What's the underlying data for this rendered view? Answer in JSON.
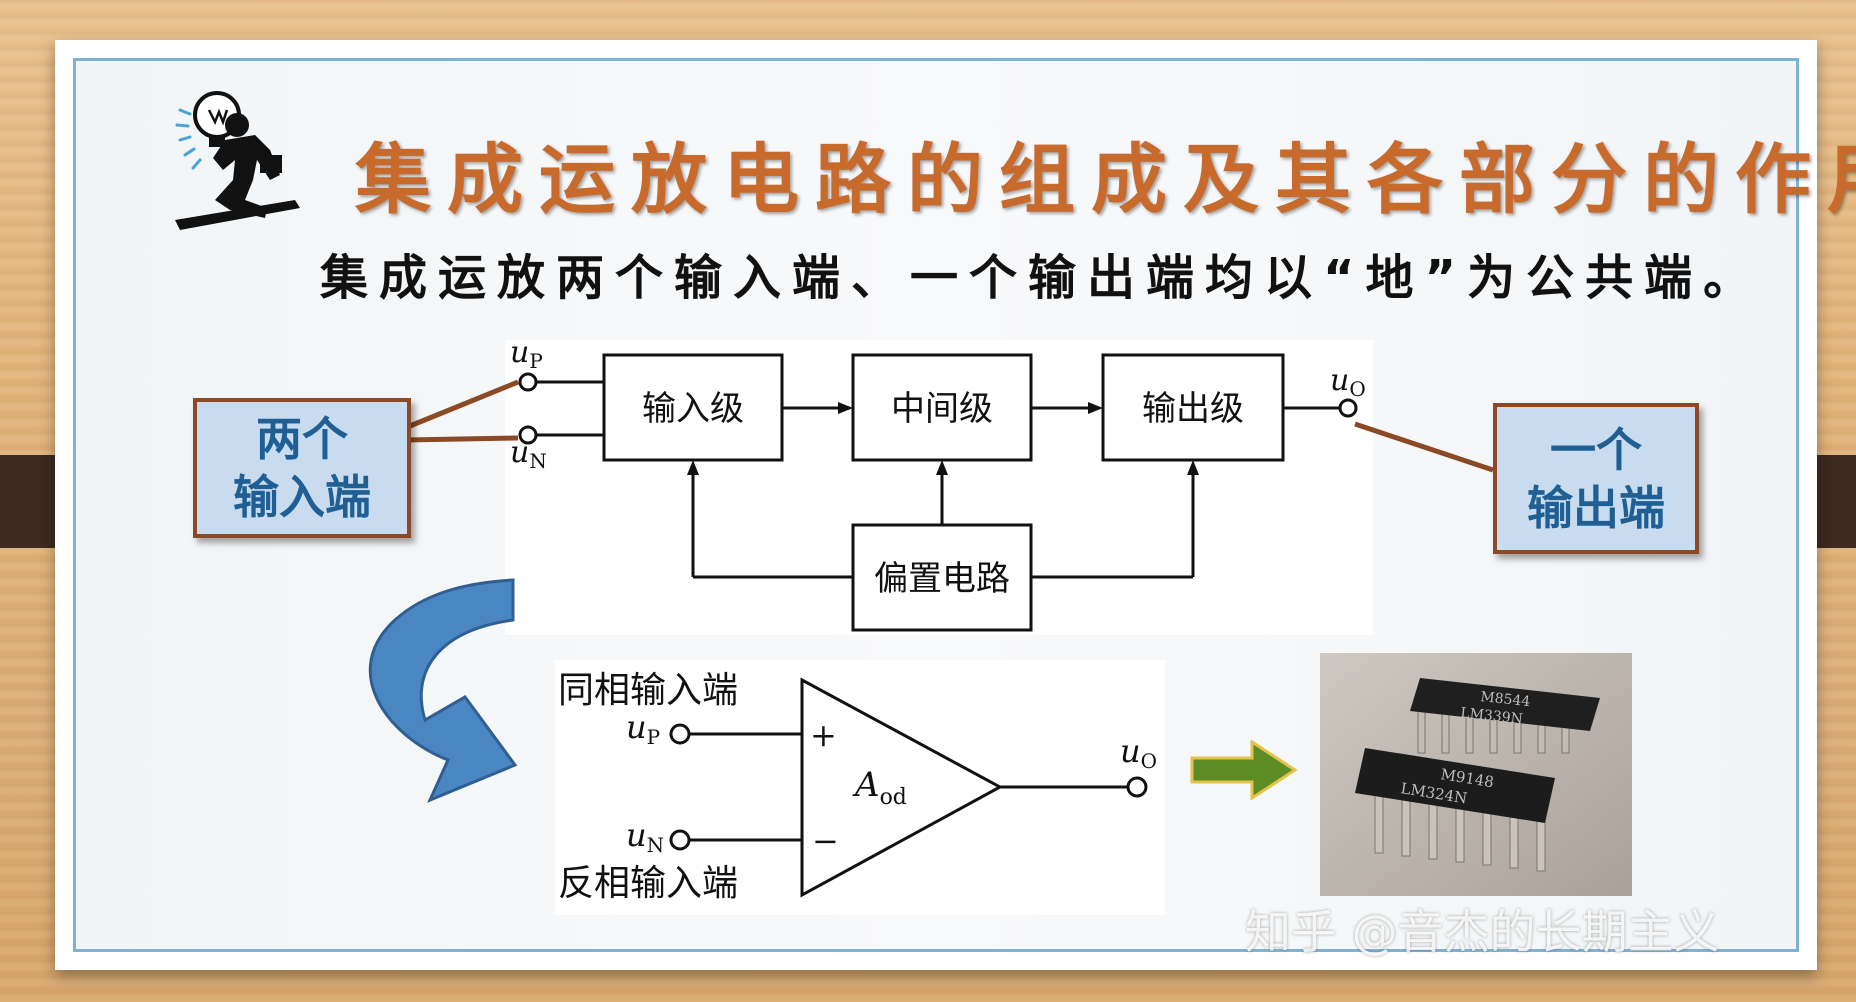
{
  "title": "集成运放电路的组成及其各部分的作用",
  "subtitle": "集成运放两个输入端、一个输出端均以“地”为公共端。",
  "callout_left": [
    "两个",
    "输入端"
  ],
  "callout_right": [
    "一个",
    "输出端"
  ],
  "block_diagram": {
    "input_stage": "输入级",
    "middle_stage": "中间级",
    "output_stage": "输出级",
    "bias_circuit": "偏置电路",
    "up_label": "u",
    "up_sub": "P",
    "un_label": "u",
    "un_sub": "N",
    "uo_label": "u",
    "uo_sub": "O"
  },
  "opamp": {
    "noninverting_label": "同相输入端",
    "inverting_label": "反相输入端",
    "plus": "+",
    "minus": "−",
    "gain_symbol": "A",
    "gain_sub": "od",
    "up_label": "u",
    "up_sub": "P",
    "un_label": "u",
    "un_sub": "N",
    "uo_label": "u",
    "uo_sub": "O"
  },
  "chip_labels": {
    "top_chip_line1": "M8544",
    "top_chip_line2": "LM339N",
    "bottom_chip_line1": "M9148",
    "bottom_chip_line2": "LM324N"
  },
  "watermark": "知乎 @音杰的长期主义",
  "colors": {
    "title": "#c86a2c",
    "callout_fill": "#c9dcef",
    "callout_border": "#8b4a25",
    "callout_text": "#1f5f94",
    "curved_arrow": "#4a86c2",
    "green_arrow": "#5d8b24",
    "frame_border": "#7fb2d3"
  }
}
